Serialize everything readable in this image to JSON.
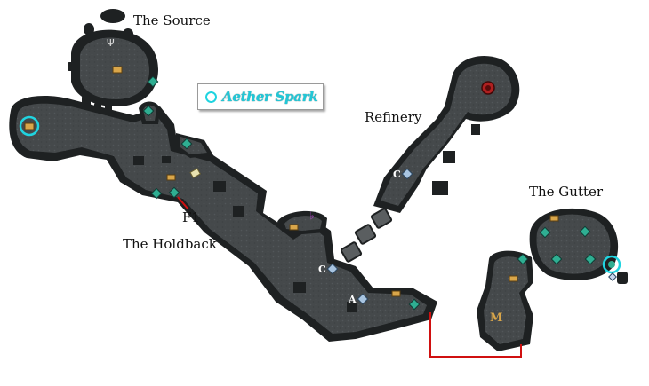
{
  "regions": {
    "the_source": "The Source",
    "refinery": "Refinery",
    "the_gutter": "The Gutter",
    "the_holdback": "The Holdback"
  },
  "legend": {
    "label": "Aether Spark",
    "ring_color": "#20d4e0"
  },
  "markers": {
    "refinery_c": "C",
    "holdback_c": "C",
    "holdback_a": "A"
  },
  "callouts": {
    "f1": "F1"
  },
  "colors": {
    "cave_floor": "#4a4e50",
    "cave_rock": "#1e2122",
    "route_line": "#d01010",
    "aether_ring": "#20d4e0",
    "teal_marker": "#2fae92",
    "gold_marker": "#d9a64a",
    "boss_marker": "#b02020"
  },
  "icons": {
    "chest": "chest-icon",
    "crystal": "crystal-icon",
    "waypoint": "waypoint-icon",
    "boss": "boss-skull-icon",
    "key": "key-icon",
    "aether_spark": "aether-spark-icon"
  }
}
